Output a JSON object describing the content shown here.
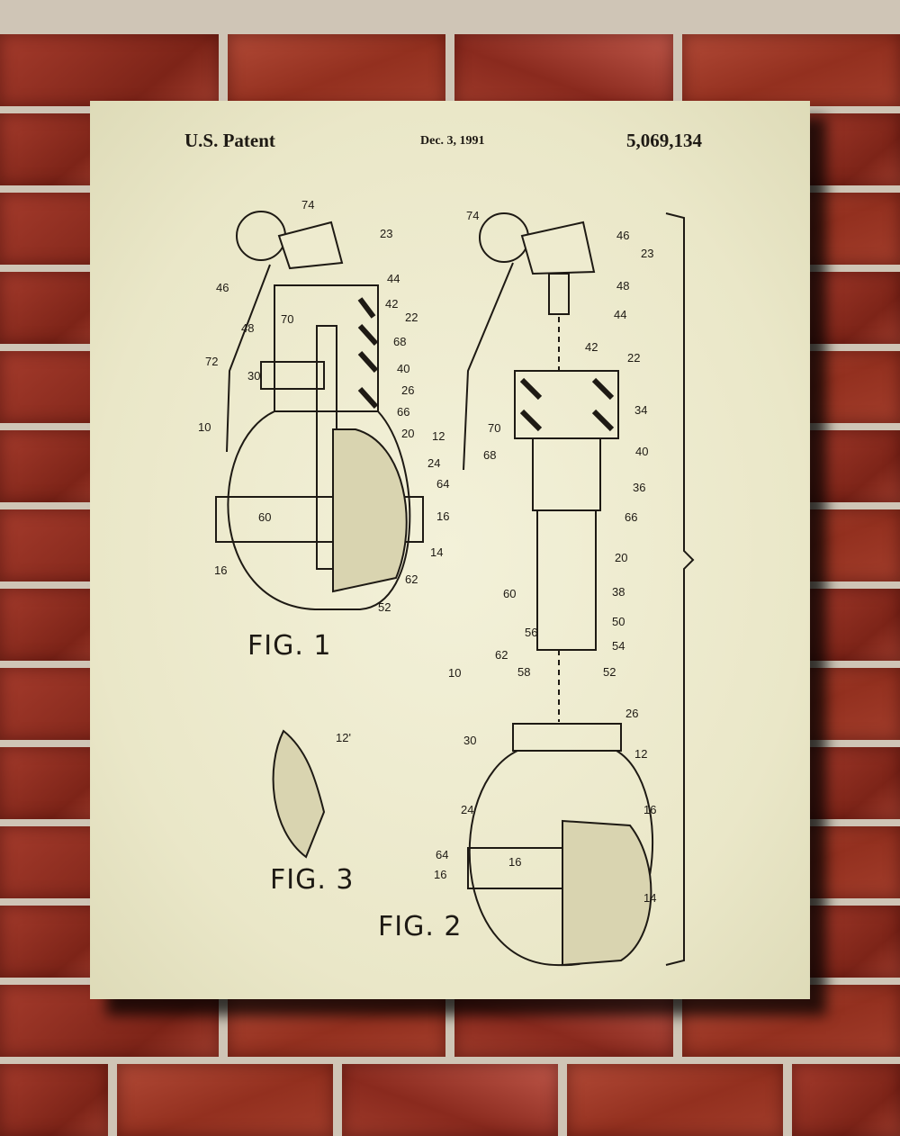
{
  "header": {
    "title": "U.S. Patent",
    "date": "Dec. 3, 1991",
    "patent_number": "5,069,134"
  },
  "figures": {
    "fig1": "FIG. 1",
    "fig2": "FIG. 2",
    "fig3": "FIG. 3"
  },
  "fig1_labels": [
    "74",
    "23",
    "46",
    "44",
    "42",
    "22",
    "48",
    "70",
    "68",
    "72",
    "30",
    "40",
    "26",
    "66",
    "10",
    "20",
    "12",
    "24",
    "64",
    "16",
    "60",
    "14",
    "62",
    "16",
    "52"
  ],
  "fig2_labels": [
    "74",
    "46",
    "23",
    "48",
    "44",
    "42",
    "22",
    "34",
    "70",
    "40",
    "68",
    "36",
    "66",
    "20",
    "60",
    "38",
    "50",
    "56",
    "54",
    "62",
    "58",
    "52",
    "10",
    "26",
    "30",
    "12",
    "24",
    "16",
    "64",
    "16",
    "16",
    "14"
  ],
  "fig3_labels": [
    "12'"
  ],
  "colors": {
    "paper": "#eeebcf",
    "ink": "#1e1a14",
    "brick": "#a23d2b",
    "mortar": "#cfc5b6"
  }
}
